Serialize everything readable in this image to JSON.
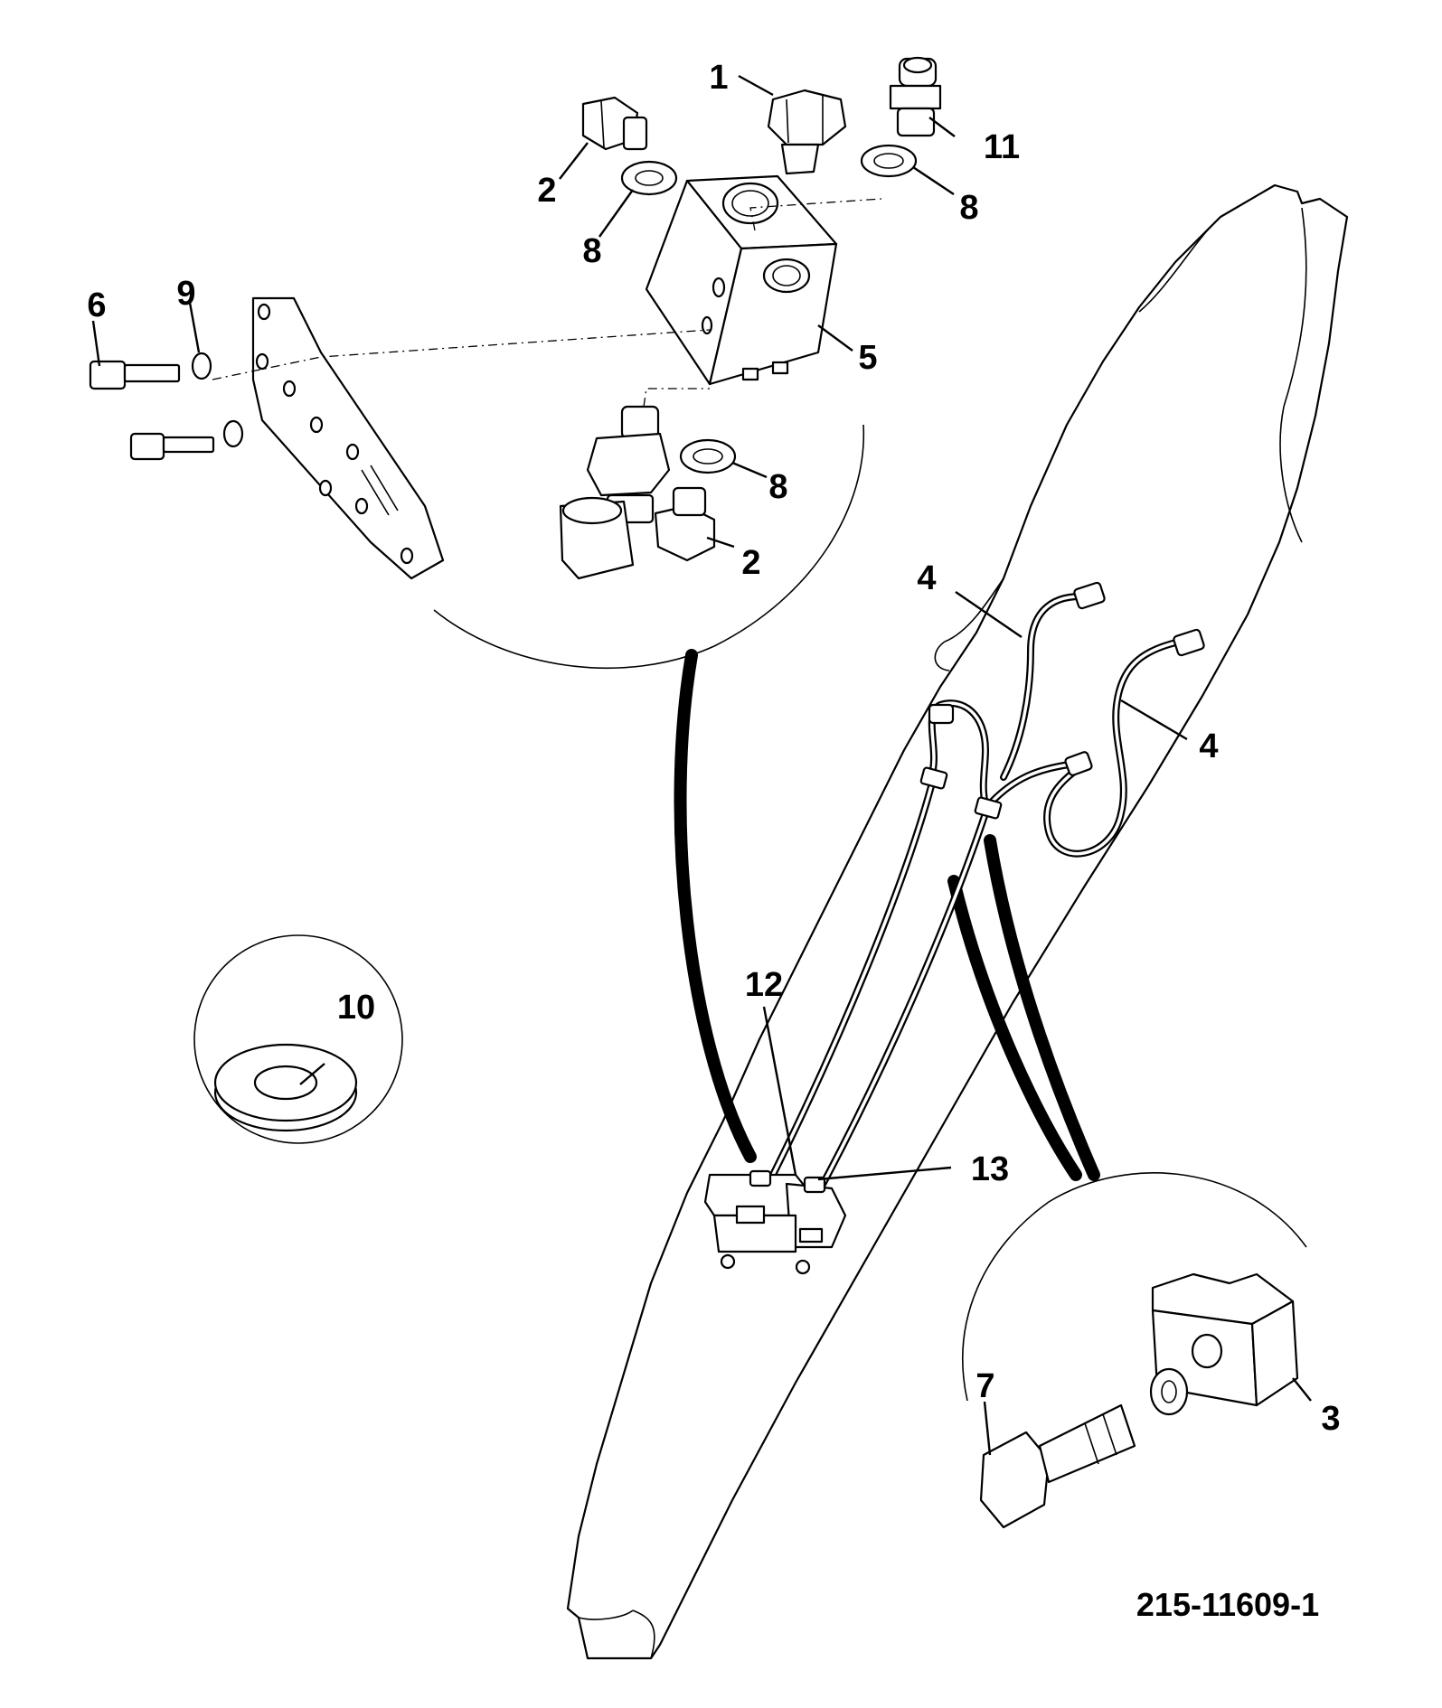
{
  "drawing_number": "215-11609-1",
  "callouts": [
    "1",
    "2",
    "2",
    "3",
    "4",
    "4",
    "5",
    "6",
    "7",
    "8",
    "8",
    "8",
    "9",
    "10",
    "11",
    "12",
    "13"
  ]
}
